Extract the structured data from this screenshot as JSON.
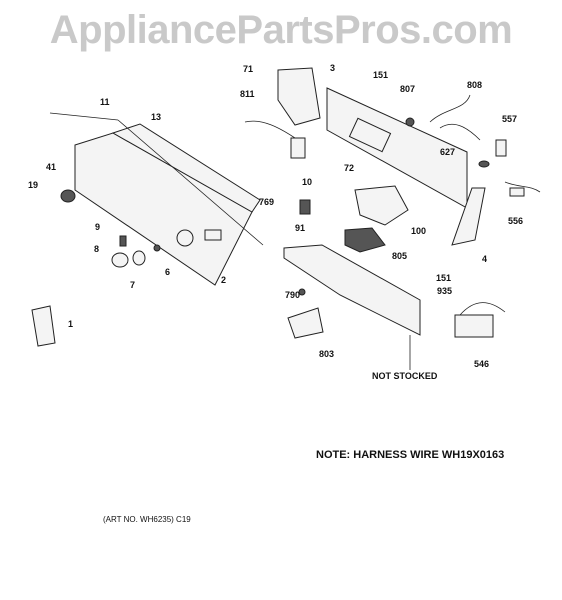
{
  "watermark": "AppliancePartsPros.com",
  "note": "NOTE: HARNESS WIRE WH19X0163",
  "art_no": "(ART NO. WH6235) C19",
  "not_stocked": "NOT STOCKED",
  "callouts": [
    "71",
    "3",
    "151",
    "807",
    "808",
    "811",
    "557",
    "11",
    "13",
    "72",
    "627",
    "41",
    "10",
    "19",
    "769",
    "556",
    "9",
    "91",
    "100",
    "8",
    "6",
    "805",
    "4",
    "7",
    "2",
    "151",
    "790",
    "935",
    "1",
    "803",
    "546"
  ]
}
